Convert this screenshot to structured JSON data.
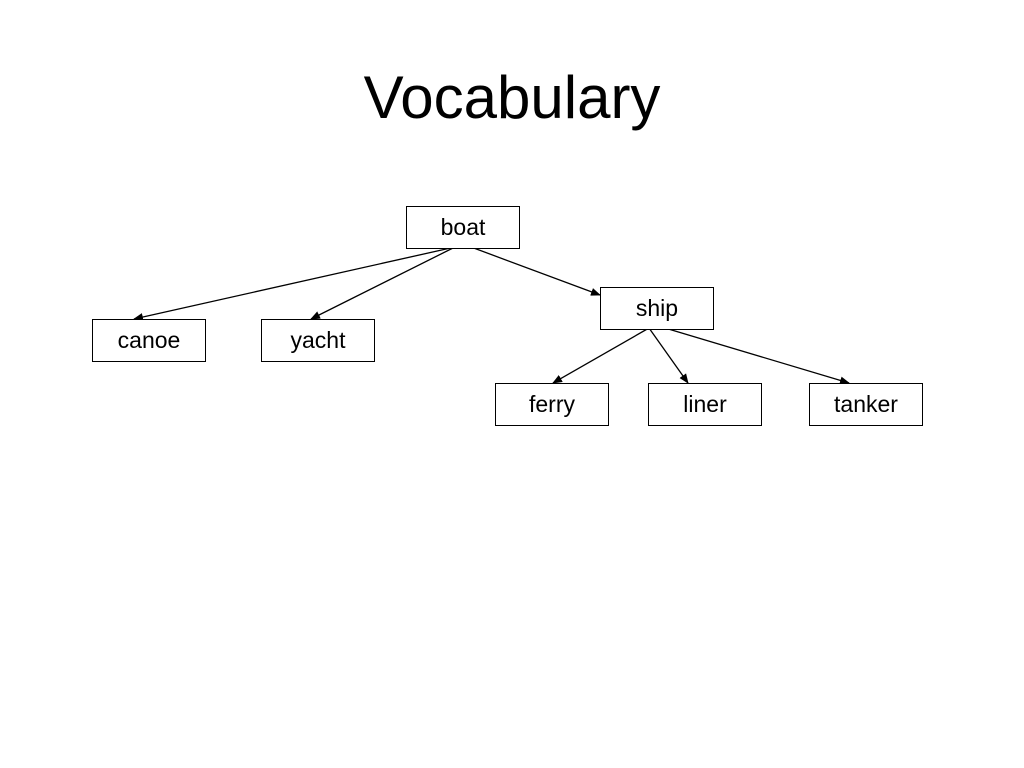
{
  "title": "Vocabulary",
  "nodes": {
    "boat": "boat",
    "ship": "ship",
    "canoe": "canoe",
    "yacht": "yacht",
    "ferry": "ferry",
    "liner": "liner",
    "tanker": "tanker"
  },
  "edges": [
    {
      "from": "boat",
      "to": "canoe"
    },
    {
      "from": "boat",
      "to": "yacht"
    },
    {
      "from": "boat",
      "to": "ship"
    },
    {
      "from": "ship",
      "to": "ferry"
    },
    {
      "from": "ship",
      "to": "liner"
    },
    {
      "from": "ship",
      "to": "tanker"
    }
  ],
  "colors": {
    "line": "#000000",
    "background": "#ffffff"
  }
}
